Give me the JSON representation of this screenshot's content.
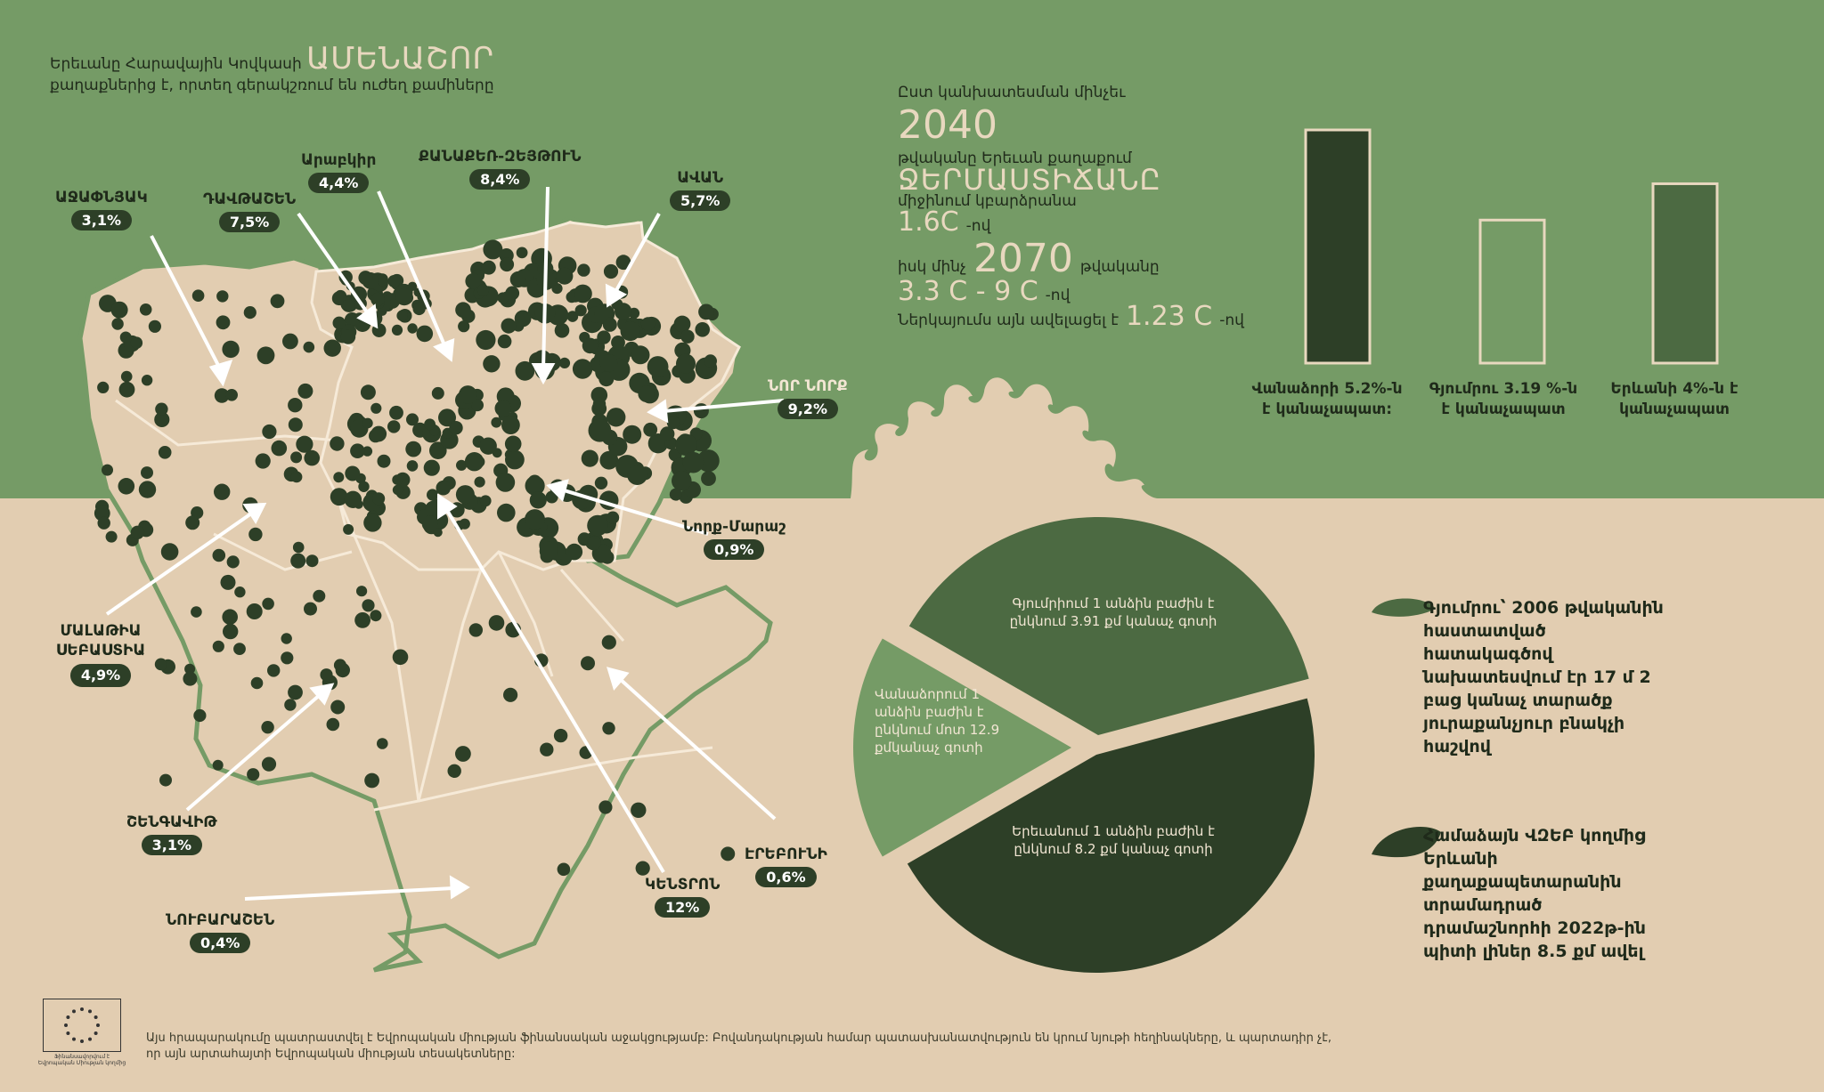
{
  "intro": {
    "line1_prefix": "Երեւանը Հարավային Կովկասի",
    "line1_big": "ԱՄԵՆԱՇՈՐ",
    "line2": "քաղաքներից է, որտեղ գերակշռում են ուժեղ քամիները"
  },
  "climate": {
    "l1": "Ըստ կանխատեսման մինչեւ",
    "year1": "2040",
    "l2": "թվականը Երեւան քաղաքում",
    "temp_word": "ՋԵՐՄԱՍՏԻՃԱՆԸ",
    "l3": "միջինում կբարձրանա",
    "v1": "1.6C",
    "v1_suffix": "-ով",
    "l4_prefix": "իսկ մինչ",
    "year2": "2070",
    "l4_suffix": "թվականը",
    "v2": "3.3 C - 9 C",
    "v2_suffix": "-ով",
    "l5": "Ներկայումս այն ավելացել է",
    "v3": "1.23 C",
    "v3_suffix": "-ով"
  },
  "bars": [
    {
      "caption": "Վանաձորի 5.2%-ն է կանաչապատ:",
      "value": 5.2,
      "color": "#2d3f27"
    },
    {
      "caption": "Գյումրու 3.19 %-ն է կանաչապատ",
      "value": 3.19,
      "color": "#759b66"
    },
    {
      "caption": "Երևանի 4%-ն է կանաչապատ",
      "value": 4,
      "color": "#4c6a42"
    }
  ],
  "districts": [
    {
      "name": "ԱՋԱՓՆՅԱԿ",
      "pct": "3,1%"
    },
    {
      "name": "ԴԱՎԹԱՇԵՆ",
      "pct": "7,5%"
    },
    {
      "name": "Արաբկիր",
      "pct": "4,4%"
    },
    {
      "name": "ՔԱՆԱՔԵՌ-ԶԵՅԹՈՒՆ",
      "pct": "8,4%"
    },
    {
      "name": "ԱՎԱՆ",
      "pct": "5,7%"
    },
    {
      "name": "ՆՈՐ ՆՈՐՔ",
      "pct": "9,2%"
    },
    {
      "name": "Նորք-Մարաշ",
      "pct": "0,9%"
    },
    {
      "name": "ՄԱԼԱԹԻԱ ՍԵԲԱՍՏԻԱ",
      "pct": "4,9%"
    },
    {
      "name": "ՇԵՆԳԱՎԻԹ",
      "pct": "3,1%"
    },
    {
      "name": "ՆՈՒԲԱՐԱՇԵՆ",
      "pct": "0,4%"
    },
    {
      "name": "ԿԵՆՏՐՈՆ",
      "pct": "12%"
    },
    {
      "name": "ԷՐԵԲՈՒՆԻ",
      "pct": "0,6%"
    }
  ],
  "pie": {
    "slices": [
      {
        "label": "Գյումրիում 1 անձին բաժին է ընկնում 3.91 քմ կանաչ գոտի",
        "value": 3.91,
        "color": "#4c6a42"
      },
      {
        "label": "Վանաձորում 1 անձին բաժին է ընկնում մոտ 12.9 քմկանաչ գոտի",
        "value": 12.9,
        "color": "#759b66"
      },
      {
        "label": "Երեւանում 1 անձին բաժին է ընկնում 8.2 քմ կանաչ գոտի",
        "value": 8.2,
        "color": "#2d3f27"
      }
    ]
  },
  "legend": [
    {
      "text": "Գյումրու՝ 2006 թվականին հաստատված հատակագծով նախատեսվում էր 17 մ 2 բաց կանաչ տարածք յուրաքանչյուր բնակչի հաշվով",
      "color": "#4c6a42"
    },
    {
      "text": "Համաձայն ՎԶԵԲ կողմից Երևանի քաղաքապետարանին տրամադրած դրամաշնորհի 2022թ-ին պիտի լիներ 8.5 քմ ավել",
      "color": "#2d3f27"
    }
  ],
  "footer": {
    "text1": "Այս հրապարակումը պատրաստվել է Եվրոպական միության ֆինանսական աջակցությամբ: Բովանդակության համար պատասխանատվություն են կրում նյութի հեղինակները, և պարտադիր չէ,",
    "text2": "որ այն արտահայտի Եվրոպական միության տեսակետները:",
    "eu_caption": "Ֆինանսավորվում է Եվրոպական Միության կողմից"
  }
}
